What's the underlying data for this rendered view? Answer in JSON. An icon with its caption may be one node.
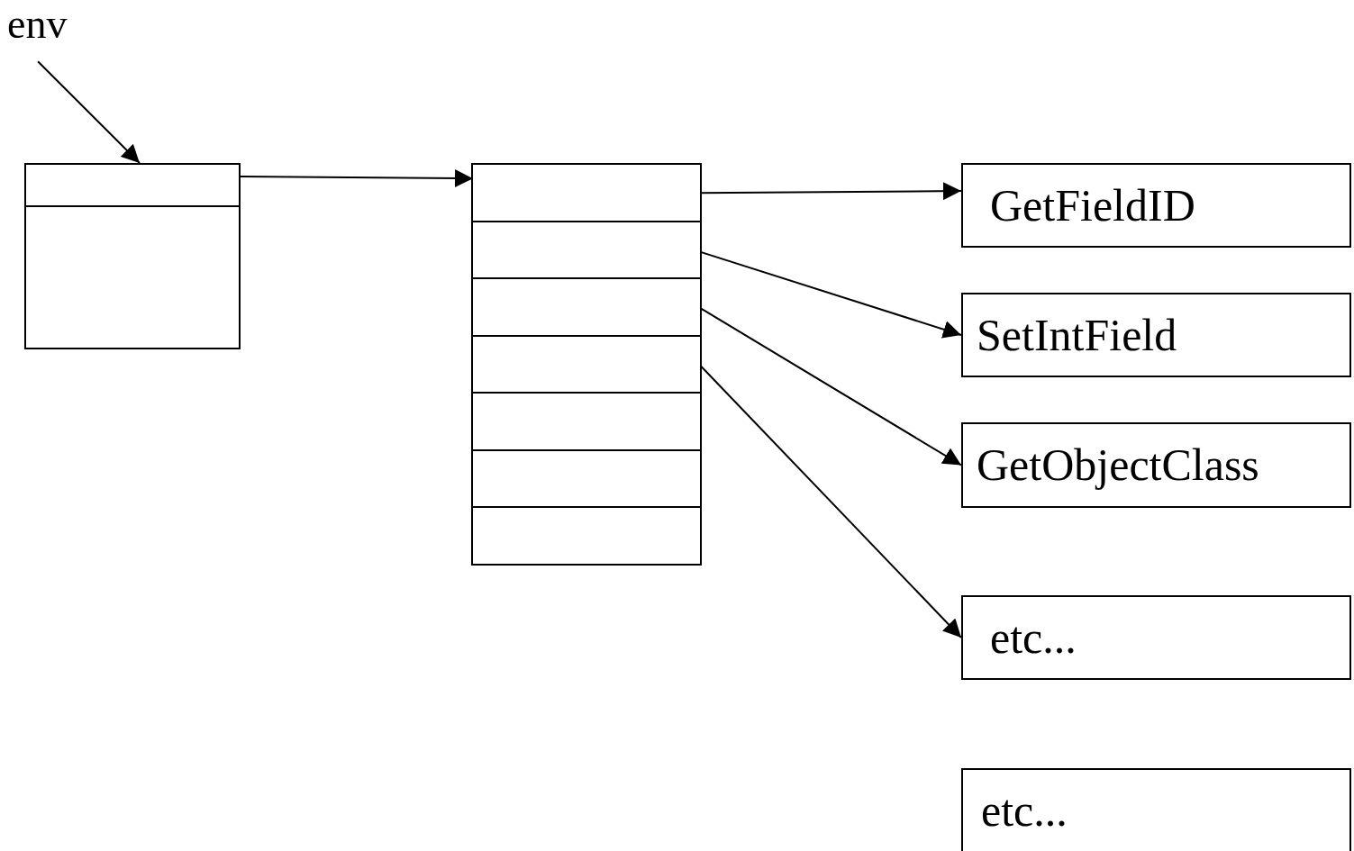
{
  "diagram": {
    "nodes": [
      {
        "text": [
          "env"
        ]
      },
      {
        "text": [],
        "shape": "box"
      },
      {
        "text": [],
        "shape": "box"
      },
      {
        "text": [],
        "shape": "box",
        "in": 2
      },
      {
        "text": [],
        "shape": "box",
        "in": 2
      },
      {
        "text": [],
        "shape": "box",
        "in": 2
      },
      {
        "text": [],
        "shape": "box",
        "in": 2
      },
      {
        "text": [],
        "shape": "box",
        "in": 2
      },
      {
        "text": [],
        "shape": "box",
        "in": 2
      },
      {
        "text": [],
        "shape": "box",
        "in": 2
      },
      {
        "text": [
          "GetFieldID"
        ]
      },
      {
        "text": [
          "SetIntField"
        ]
      },
      {
        "text": [
          "GetObjectClass"
        ]
      },
      {
        "text": [
          "etc..."
        ]
      },
      {
        "text": [
          "etc..."
        ]
      }
    ],
    "edges": [
      {
        "from": 0,
        "to": 1,
        "arrow": "to"
      },
      {
        "from": 1,
        "to": 3,
        "arrow": "to"
      },
      {
        "from": 3,
        "to": 10,
        "arrow": "to"
      },
      {
        "from": 4,
        "to": 11,
        "arrow": "to"
      },
      {
        "from": 5,
        "to": 12,
        "arrow": "to"
      },
      {
        "from": 6,
        "to": 13,
        "arrow": "to"
      }
    ]
  }
}
